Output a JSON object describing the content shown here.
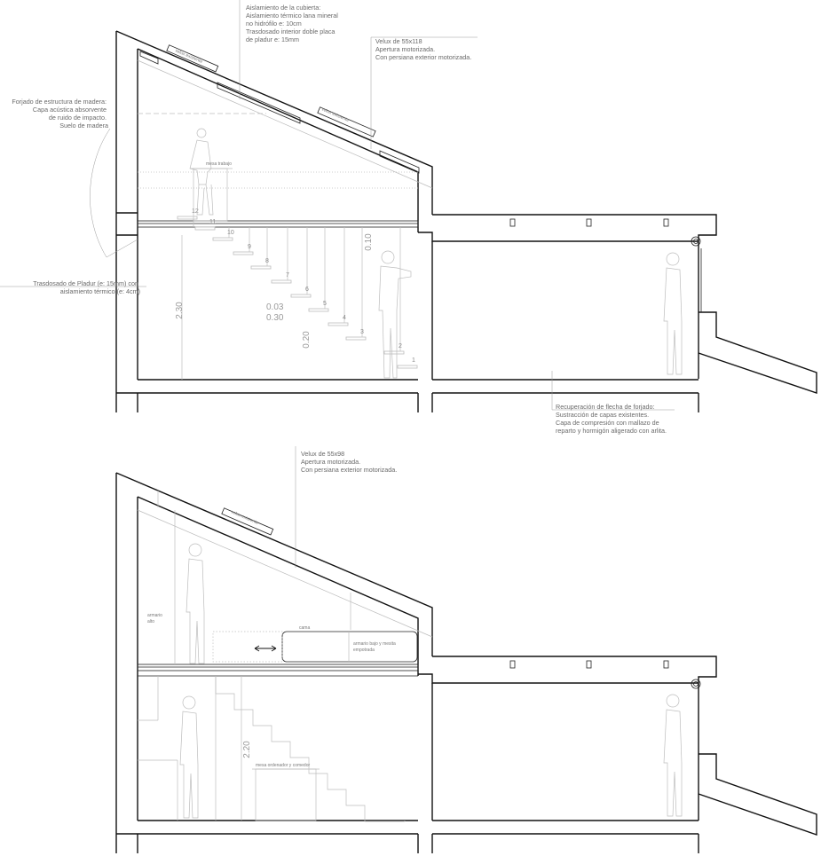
{
  "section_1": {
    "annotations": {
      "roof_insulation": [
        "Aislamiento de la cubierta:",
        "Aislamiento térmico lana mineral",
        "no hidrófilo e: 10cm",
        "Trasdosado interior doble placa",
        "de pladur e: 15mm"
      ],
      "velux_1": [
        "Velux de 55x118",
        "Apertura motorizada.",
        "Con persiana exterior motorizada."
      ],
      "wood_floor": [
        "Forjado de estructura de madera:",
        "Capa acústica absorvente",
        "de ruido de impacto.",
        "Suelo de madera"
      ],
      "pladur_wall": [
        "Trasdosado de Pladur (e: 15mm) con",
        "aislamiento térmico (e: 4cm)"
      ],
      "slab_recovery": [
        "Recuperación de flecha de forjado:",
        "Sustracción de capas existentes.",
        "Capa de compresión con mallazo de",
        "reparto y hormigón aligerado con arlita."
      ]
    },
    "labels": {
      "velux_existing_a": "velux existente",
      "velux_existing_b": "velux existente",
      "desk": "mesa trabajo"
    },
    "dimensions": {
      "height": "2.30",
      "tread_h": "0.03",
      "tread_d": "0.30",
      "riser": "0.20",
      "slab": "0.10"
    },
    "steps": [
      "1",
      "2",
      "3",
      "4",
      "5",
      "6",
      "7",
      "8",
      "9",
      "10",
      "11",
      "12"
    ]
  },
  "section_2": {
    "annotations": {
      "velux_2": [
        "Velux de 55x98",
        "Apertura motorizada.",
        "Con persiana exterior motorizada."
      ]
    },
    "labels": {
      "velux_existing": "velux existente",
      "wardrobe_high": [
        "armario",
        "alto"
      ],
      "bed": "cama",
      "low_wardrobe": [
        "armario bajo y mesita",
        "empotrada"
      ],
      "desk_printer": "mesa ordenador y comedor"
    },
    "dimensions": {
      "height": "2.20"
    }
  }
}
